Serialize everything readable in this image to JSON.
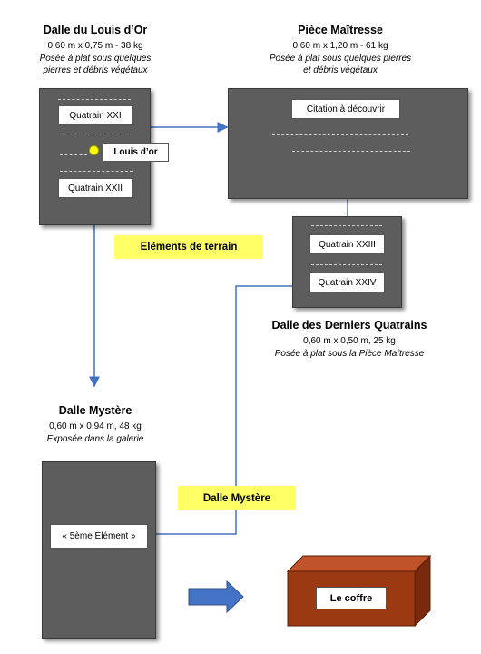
{
  "louis": {
    "title": "Dalle du Louis d’Or",
    "dims": "0,60 m x 0,75 m - 38 kg",
    "desc1": "Posée à plat sous quelques",
    "desc2": "pierres et débris végétaux",
    "q1": "Quatrain XXI",
    "q2": "Quatrain XXII",
    "coin": "Louis d’or"
  },
  "piece": {
    "title": "Pièce Maîtresse",
    "dims": "0,60 m x 1,20 m - 61 kg",
    "desc1": "Posée à plat sous quelques pierres",
    "desc2": "et débris végétaux",
    "citation": "Citation à découvrir"
  },
  "derniers": {
    "title": "Dalle des Derniers Quatrains",
    "dims": "0,60 m x 0,50 m, 25 kg",
    "desc": "Posée à plat sous la Pièce Maîtresse",
    "q1": "Quatrain XXIII",
    "q2": "Quatrain XXIV"
  },
  "mystere": {
    "title": "Dalle Mystère",
    "dims": "0,60 m x 0,94 m, 48 kg",
    "desc": "Exposée dans la galerie",
    "element": "« 5ème Elément »"
  },
  "notes": {
    "terrain": "Eléments de terrain",
    "mystere": "Dalle Mystère"
  },
  "coffre": {
    "label": "Le coffre"
  },
  "colors": {
    "arrow": "#4472c4",
    "slab": "#5d5d5d",
    "highlight": "#ffff66",
    "chest": "#9b3a12"
  }
}
